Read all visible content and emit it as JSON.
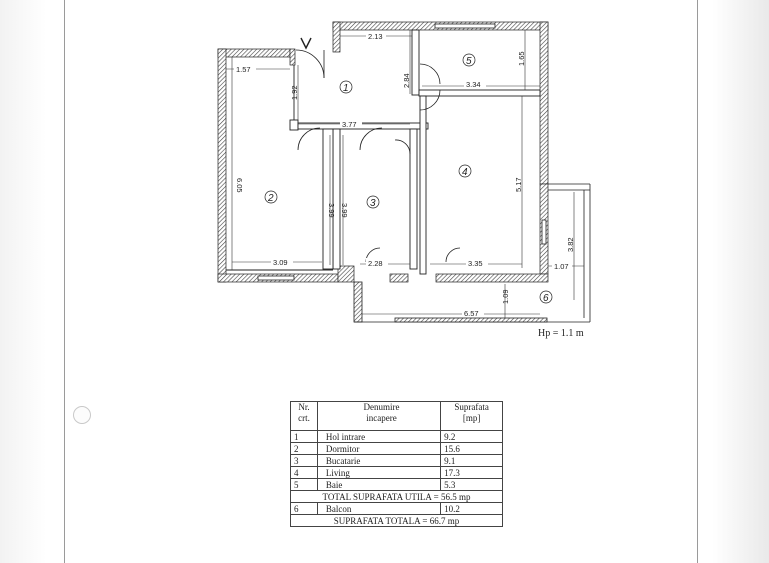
{
  "plan": {
    "room_numbers": [
      "1",
      "2",
      "3",
      "4",
      "5",
      "6"
    ],
    "dimensions": {
      "d_2_13": "2.13",
      "d_1_57": "1.57",
      "d_1_92": "1.92",
      "d_2_84": "2.84",
      "d_1_65": "1.65",
      "d_3_34": "3.34",
      "d_3_77": "3.77",
      "d_6_05": "6.05",
      "d_3_99a": "3.99",
      "d_3_99b": "3.99",
      "d_5_17": "5.17",
      "d_3_09": "3.09",
      "d_2_28": "2.28",
      "d_3_35": "3.35",
      "d_1_07": "1.07",
      "d_3_82": "3.82",
      "d_1_09": "1.09",
      "d_6_57": "6.57"
    },
    "height_note": "Hp = 1.1 m"
  },
  "table": {
    "headers": {
      "nr": "Nr.\ncrt.",
      "name": "Denumire\nincapere",
      "area": "Suprafata\n[mp]"
    },
    "rows": [
      {
        "nr": "1",
        "name": "Hol intrare",
        "area": "9.2"
      },
      {
        "nr": "2",
        "name": "Dormitor",
        "area": "15.6"
      },
      {
        "nr": "3",
        "name": "Bucatarie",
        "area": "9.1"
      },
      {
        "nr": "4",
        "name": "Living",
        "area": "17.3"
      },
      {
        "nr": "5",
        "name": "Baie",
        "area": "5.3"
      }
    ],
    "total_util": "TOTAL SUPRAFATA UTILA = 56.5 mp",
    "balcony": {
      "nr": "6",
      "name": "Balcon",
      "area": "10.2"
    },
    "total": "SUPRAFATA TOTALA = 66.7 mp"
  }
}
